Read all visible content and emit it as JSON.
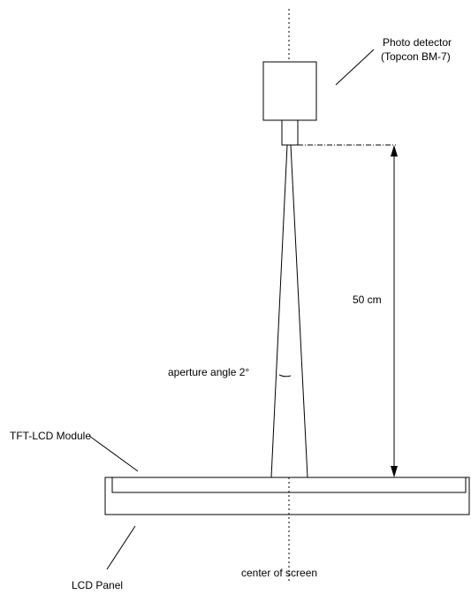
{
  "labels": {
    "photo_detector_line1": "Photo detector",
    "photo_detector_line2": "(Topcon BM-7)",
    "distance": "50 cm",
    "aperture_angle": "aperture angle 2°",
    "tft_lcd_module": "TFT-LCD Module",
    "center_of_screen": "center of screen",
    "lcd_panel": "LCD Panel"
  },
  "colors": {
    "stroke": "#000000",
    "background": "#ffffff"
  }
}
